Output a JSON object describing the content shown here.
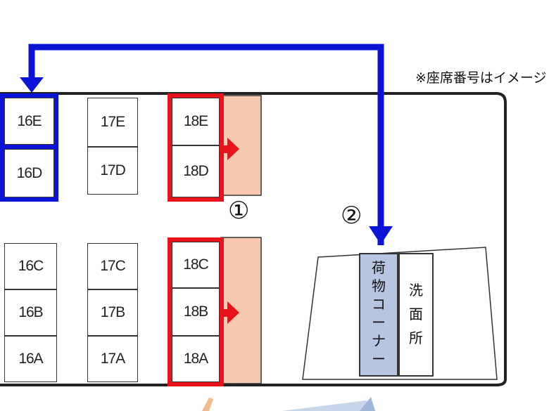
{
  "note": "※座席番号はイメージ",
  "markers": {
    "one": "①",
    "two": "②"
  },
  "seats": {
    "s16E": "16E",
    "s16D": "16D",
    "s16C": "16C",
    "s16B": "16B",
    "s16A": "16A",
    "s17E": "17E",
    "s17D": "17D",
    "s17C": "17C",
    "s17B": "17B",
    "s17A": "17A",
    "s18E": "18E",
    "s18D": "18D",
    "s18C": "18C",
    "s18B": "18B",
    "s18A": "18A"
  },
  "rooms": {
    "luggage": [
      "荷",
      "物",
      "コ",
      "ー",
      "ナ",
      "ー"
    ],
    "washroom": [
      "洗",
      "面",
      "所"
    ]
  },
  "colors": {
    "blue": "#0a14d6",
    "red": "#e8131b",
    "salmon": "#f7c9b0",
    "luggage_fill": "#b6c5e0"
  }
}
